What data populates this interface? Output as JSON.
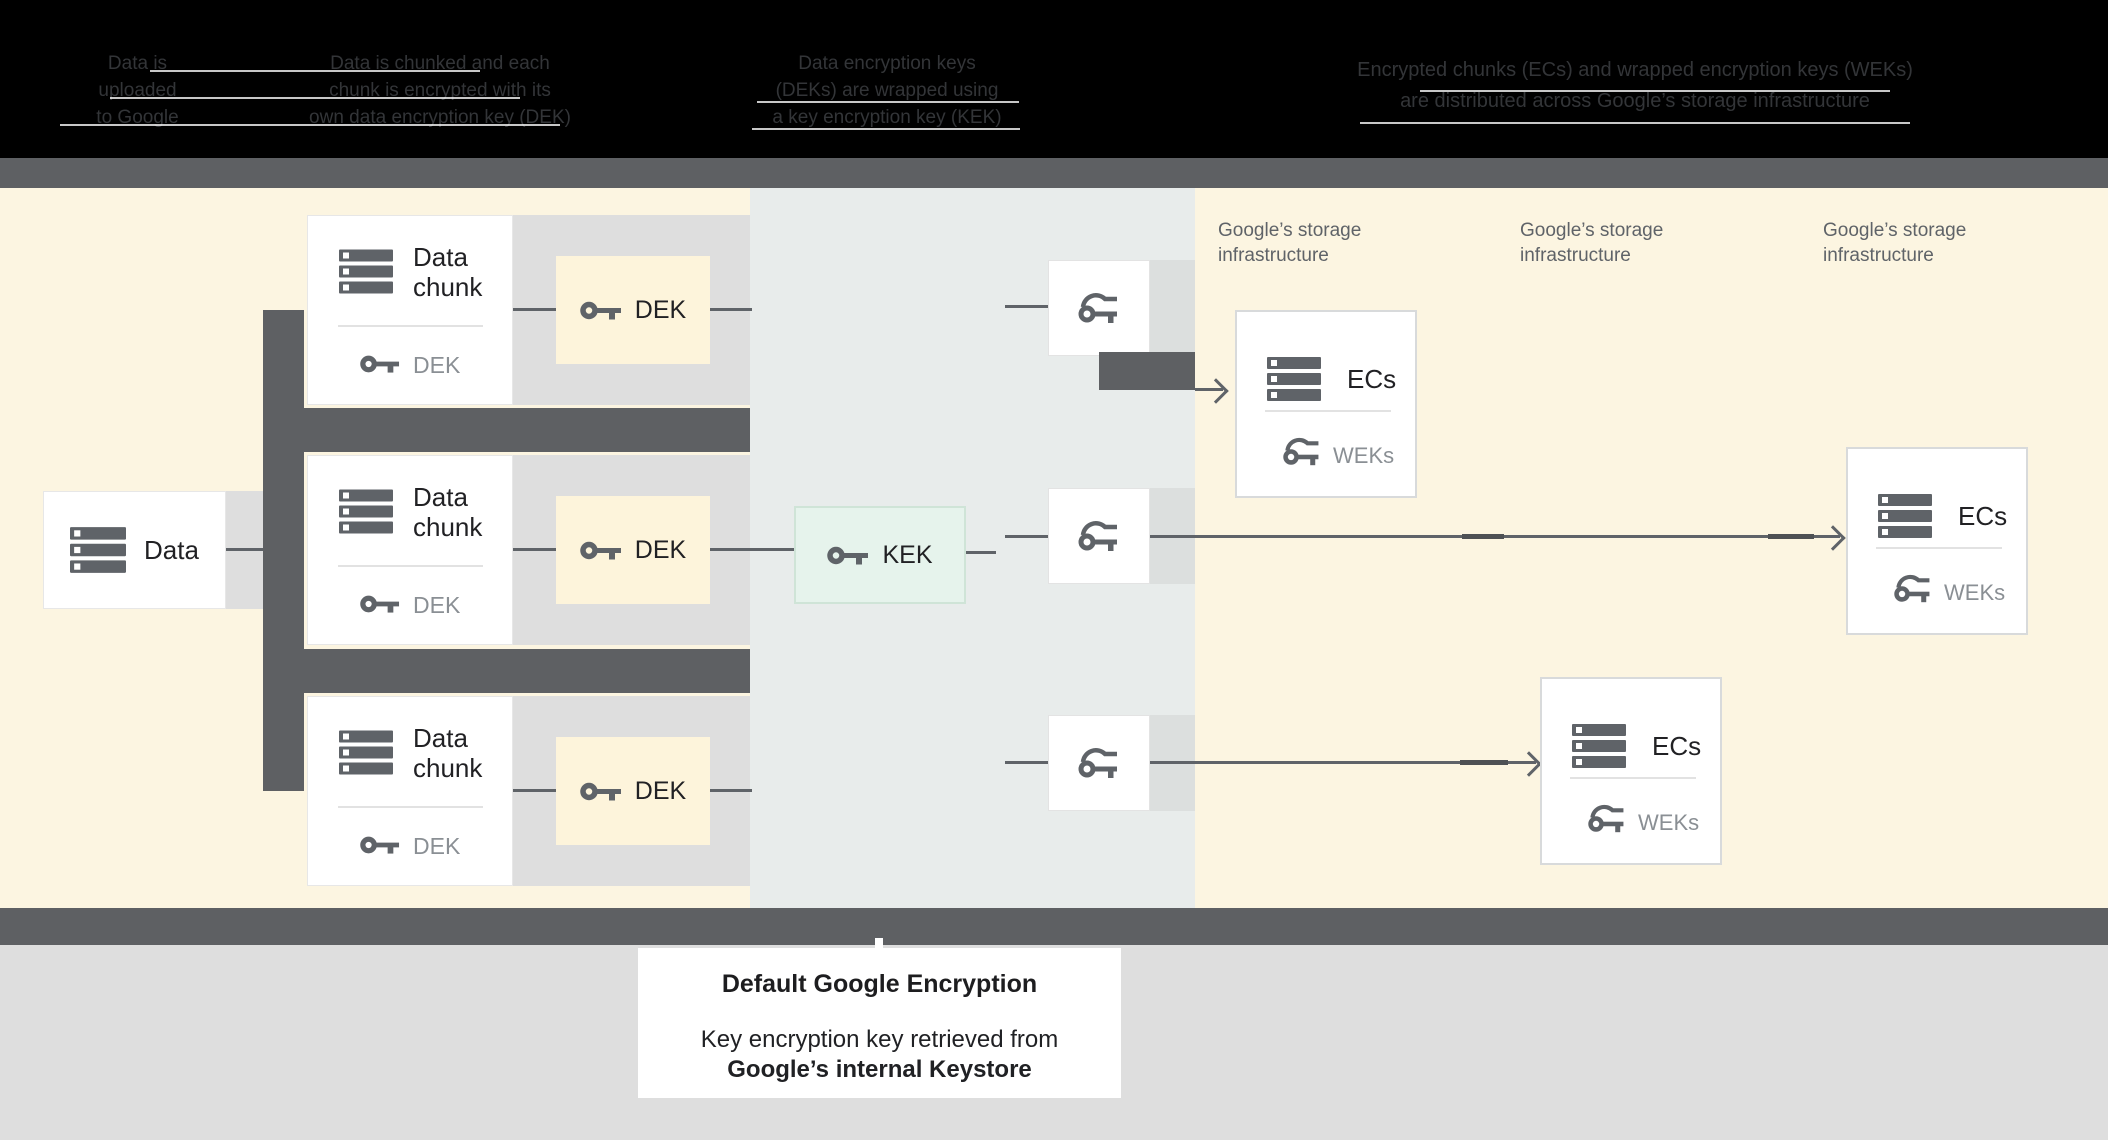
{
  "header": {
    "steps": [
      {
        "lines": [
          "Data is",
          "uploaded",
          "to Google"
        ]
      },
      {
        "lines": [
          "Data is chunked and each",
          "chunk is encrypted with its",
          "own data encryption key (DEK)"
        ]
      },
      {
        "lines": [
          "Data encryption keys",
          "(DEKs) are wrapped using",
          "a key encryption key (KEK)"
        ]
      },
      {
        "lines": [
          "Encrypted chunks (ECs) and wrapped encryption keys (WEKs)",
          "are distributed across Google’s storage infrastructure"
        ]
      }
    ]
  },
  "diagram": {
    "data_label": "Data",
    "chunk_line1": "Data",
    "chunk_line2": "chunk",
    "chunk_key_label": "DEK",
    "dek_label": "DEK",
    "kek_label": "KEK",
    "ecs_label": "ECs",
    "weks_label": "WEKs",
    "storage_line1": "Google’s storage",
    "storage_line2": "infrastructure"
  },
  "caption": {
    "title": "Default Google Encryption",
    "line1": "Key encryption key retrieved from",
    "line2": "Google’s internal Keystore"
  },
  "colors": {
    "background_cream": "#fcf5e1",
    "kek_column_gray": "#e8eceb",
    "divider_bar_gray": "#5e6063",
    "icon_gray": "#5f6368",
    "row_band_gray": "#dedede",
    "kek_fill_green": "#e6f3ec",
    "kek_border_green": "#cfe4d7",
    "muted_text_gray": "#8a8f94",
    "dek_box_cream": "#fdf4db",
    "header_band_black": "#000000"
  }
}
